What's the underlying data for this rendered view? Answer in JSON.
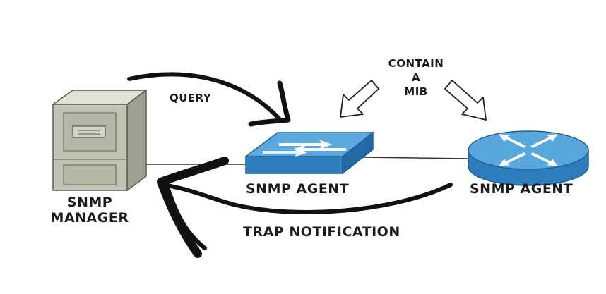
{
  "diagram": {
    "nodes": {
      "manager": {
        "line1": "SNMP",
        "line2": "MANAGER",
        "icon": "server-cabinet-icon"
      },
      "switch_agent": {
        "label": "SNMP AGENT",
        "icon": "network-switch-icon"
      },
      "router_agent": {
        "label": "SNMP AGENT",
        "icon": "router-icon"
      }
    },
    "edges": {
      "query": {
        "label": "QUERY"
      },
      "trap": {
        "label": "TRAP NOTIFICATION"
      }
    },
    "note": {
      "line1": "CONTAIN",
      "line2": "A",
      "line3": "MIB"
    },
    "colors": {
      "ink": "#1b1b1b",
      "cabinet_front": "#c2c3b4",
      "cabinet_side": "#9fa192",
      "cabinet_top": "#e1e2d6",
      "switch_top": "#5aa9df",
      "switch_front": "#2f7fc0",
      "router_top": "#58a8de",
      "router_side": "#2f7cbc",
      "hollow_arrow": "#ffffff"
    }
  }
}
